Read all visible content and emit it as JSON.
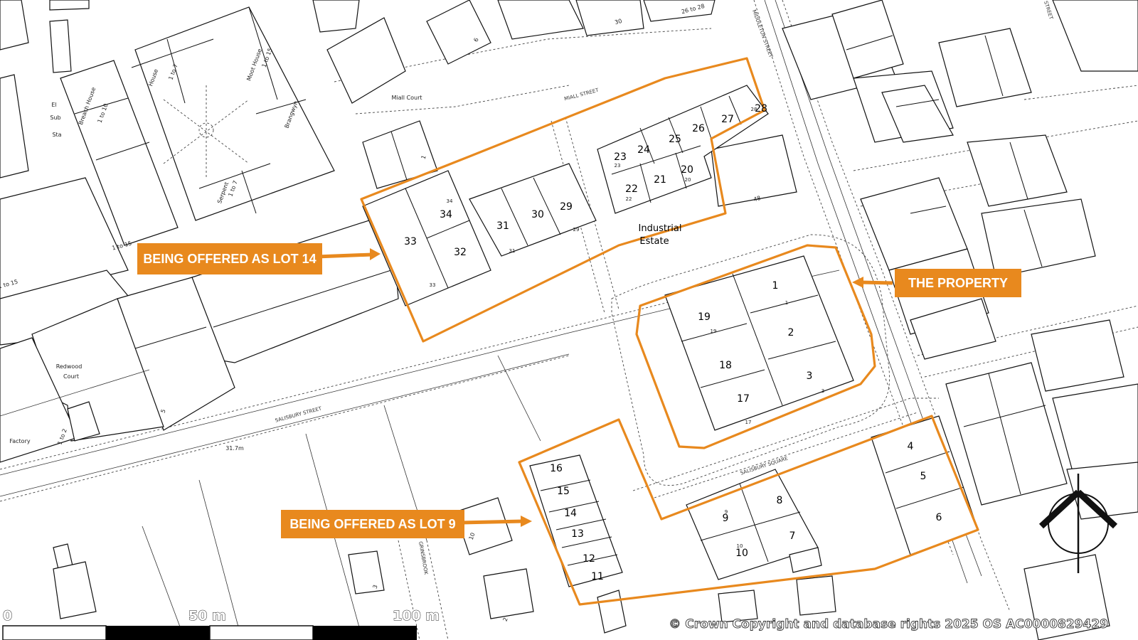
{
  "callouts": {
    "lot14": "BEING OFFERED AS LOT 14",
    "property": "THE PROPERTY",
    "lot9": "BEING OFFERED AS LOT 9"
  },
  "streets": {
    "miall_street": "MIALL STREET",
    "middleton_street": "MIDDLETON STREET",
    "salisbury_street": "SALISBURY STREET",
    "salisbury_square": "SALISBURY SQUARE",
    "grinsbrook": "GRINSBROOK",
    "street_ne": "STREET"
  },
  "places": {
    "industrial_estate_line1": "Industrial",
    "industrial_estate_line2": "Estate",
    "miall_court": "Miall Court",
    "redwood_court_1": "Redwood",
    "redwood_court_2": "Court",
    "factory": "Factory",
    "el_sub_sta_1": "El",
    "el_sub_sta_2": "Sub",
    "el_sub_sta_3": "Sta",
    "breach_house": "Breach House",
    "moot_house": "Moot House",
    "house": "House",
    "serpent": "Serpent",
    "brangwyn": "Brangwyn",
    "spot_height": "31.7m"
  },
  "building_numbers": {
    "n1_to_10": "1 to 10",
    "n1_to_15_a": "1 to 15",
    "n1_to_7_a": "1 to 7",
    "n1_to_7_b": "1 to 7",
    "n1_to_15_b": "1 to 15",
    "n1_to_15_c": "1 to 15",
    "n1_to_2": "1 to 2",
    "n26_to_28": "26 to 28",
    "n30": "30",
    "n6": "6",
    "n1": "1",
    "n48": "48",
    "n5": "5",
    "n3": "3",
    "n2": "2",
    "n10": "10"
  },
  "units": {
    "u1": "1",
    "u2": "2",
    "u3": "3",
    "u4": "4",
    "u5": "5",
    "u6": "6",
    "u7": "7",
    "u8": "8",
    "u9": "9",
    "u10": "10",
    "u11": "11",
    "u12": "12",
    "u13": "13",
    "u14": "14",
    "u15": "15",
    "u16": "16",
    "u17": "17",
    "u18": "18",
    "u19": "19",
    "u20": "20",
    "u21": "21",
    "u22": "22",
    "u23": "23",
    "u24": "24",
    "u25": "25",
    "u26": "26",
    "u27": "27",
    "u28": "28",
    "u29": "29",
    "u30": "30",
    "u31": "31",
    "u32": "32",
    "u33": "33",
    "u34": "34"
  },
  "scale_bar": {
    "label_0": "0",
    "label_50": "50 m",
    "label_100": "100 m"
  },
  "copyright": "© Crown Copyright and database rights 2025 OS AC0000829429",
  "colors": {
    "accent_orange": "#E8891E",
    "line": "#111111",
    "background": "#FFFFFF"
  },
  "icons": {
    "north_arrow": "north-arrow-icon"
  }
}
